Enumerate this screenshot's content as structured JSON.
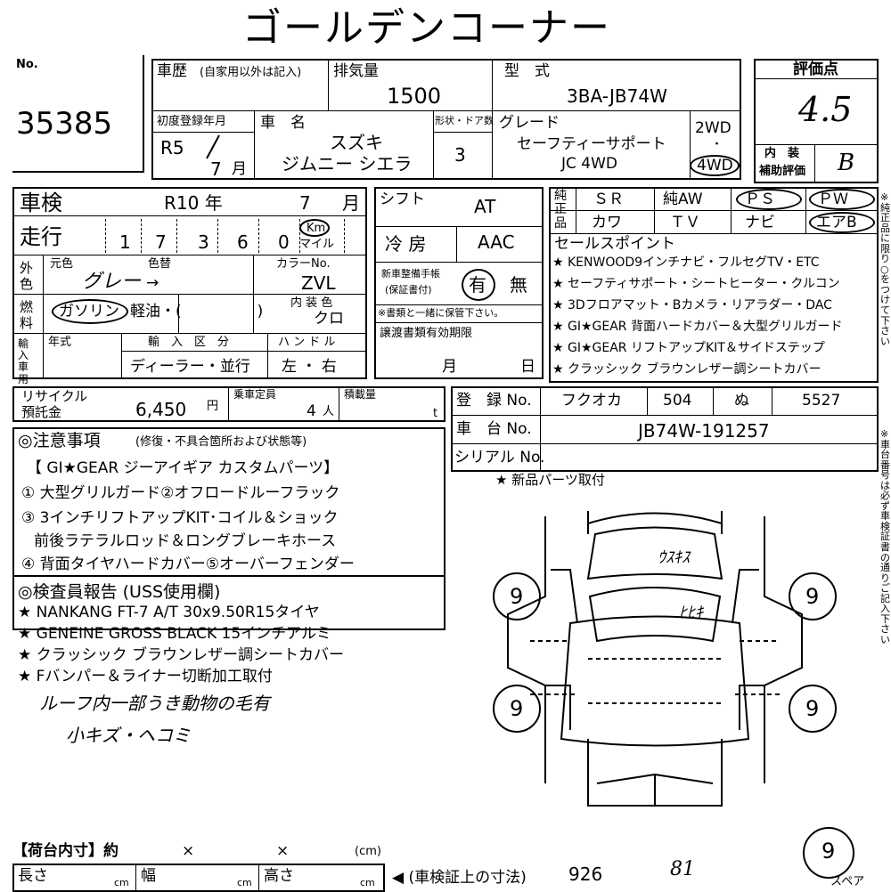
{
  "title": "ゴールデンコーナー",
  "no_label": "No.",
  "lot_number": "35385",
  "history": {
    "label": "車歴",
    "note": "(自家用以外は記入)"
  },
  "displacement": {
    "label": "排気量",
    "value": "1500"
  },
  "model": {
    "label": "型　式",
    "value": "3BA-JB74W"
  },
  "score": {
    "label": "評価点",
    "value": "4.5"
  },
  "first_reg": {
    "label": "初度登録年月",
    "era": "R5",
    "month": "7",
    "month_unit": "月"
  },
  "car_name": {
    "label": "車　名",
    "maker": "スズキ",
    "name": "ジムニー シエラ"
  },
  "doors": {
    "label": "形状・ドア数",
    "value": "3"
  },
  "grade": {
    "label": "グレード",
    "line1": "セーフティーサポート",
    "line2": "JC 4WD"
  },
  "drive": {
    "opt1": "2WD",
    "sep": "・",
    "opt2": "4WD"
  },
  "interior": {
    "label1": "内　装",
    "label2": "補助評価",
    "value": "B"
  },
  "shaken": {
    "label": "車検",
    "year": "R10 年",
    "month": "7",
    "month_unit": "月"
  },
  "mileage": {
    "label": "走行",
    "digits": [
      "1",
      "7",
      "3",
      "6",
      "0"
    ],
    "unit1": "Km",
    "unit2": "マイル"
  },
  "shift": {
    "label": "シフト",
    "value": "AT"
  },
  "cooling": {
    "label": "冷 房",
    "value": "AAC"
  },
  "equip": {
    "label1": "純正品",
    "row1": [
      "ＳＲ",
      "純AW",
      "ＰＳ",
      "ＰＷ"
    ],
    "row2": [
      "カワ",
      "ＴＶ",
      "ナビ",
      "エアB"
    ]
  },
  "color": {
    "label": "外色",
    "orig_label": "元色",
    "change_label": "色替",
    "code_label": "カラーNo.",
    "value": "グレー",
    "arrow": "→",
    "code": "ZVL"
  },
  "warranty": {
    "label": "新車整備手帳",
    "sub": "(保証書付)",
    "yes": "有",
    "no": "無",
    "note": "※書類と一緒に保管下さい。"
  },
  "fuel": {
    "label": "燃料",
    "gas": "ガソリン",
    "rest": "軽油・(　　　　　)"
  },
  "interior_color": {
    "label": "内 装 色",
    "value": "クロ"
  },
  "sales": {
    "title": "セールスポイント",
    "items": [
      "★ KENWOOD9インチナビ・フルセグTV・ETC",
      "★ セーフティサポート・シートヒーター・クルコン",
      "★ 3Dフロアマット・Bカメラ・リアラダー・DAC",
      "★ GI★GEAR 背面ハードカバー＆大型グリルガード",
      "★ GI★GEAR リフトアップKIT＆サイドステップ",
      "★ クラッシック ブラウンレザー調シートカバー"
    ]
  },
  "side_note1": "※純正品に限り○をつけて下さい",
  "side_note2": "※車台番号は必ず車検証書の通りご記入下さい",
  "import": {
    "label": "輸入車用",
    "year_label": "年式",
    "cat_label": "輸　入　区　分",
    "cat_value": "ディーラー・並行",
    "handle_label": "ハ ン ド ル",
    "handle_value": "左 ・ 右"
  },
  "docs": {
    "label": "譲渡書類有効期限",
    "month": "月",
    "day": "日"
  },
  "recycle": {
    "label1": "リサイクル",
    "label2": "預託金",
    "value": "6,450",
    "unit": "円"
  },
  "capacity": {
    "label": "乗車定員",
    "value": "4",
    "unit": "人"
  },
  "load": {
    "label": "積載量",
    "unit": "t"
  },
  "registration": {
    "label": "登　録 No.",
    "region": "フクオカ",
    "class": "504",
    "kana": "ぬ",
    "number": "5527"
  },
  "chassis": {
    "label": "車　台 No.",
    "value": "JB74W-191257"
  },
  "serial": {
    "label": "シリアル No."
  },
  "parts_label": "★ 新品パーツ取付",
  "caution": {
    "title": "◎注意事項",
    "sub": "(修復・不具合箇所および状態等)",
    "lines": [
      "【 GI★GEAR ジーアイギア カスタムパーツ】",
      "① 大型グリルガード②オフロードルーフラック",
      "③ 3インチリフトアップKIT･コイル＆ショック",
      "前後ラテラルロッド＆ロングブレーキホース",
      "④ 背面タイヤハードカバー⑤オーバーフェンダー"
    ]
  },
  "inspector": {
    "title": "◎検査員報告 (USS使用欄)",
    "lines": [
      "★ NANKANG FT-7 A/T 30x9.50R15タイヤ",
      "★ GENEINE GROSS BLACK 15インチアルミ",
      "★ クラッシック ブラウンレザー調シートカバー",
      "★ Fバンパー＆ライナー切断加工取付"
    ],
    "hand1": "ルーフ内一部うき動物の毛有",
    "hand2": "小キズ・ヘコミ"
  },
  "diagram": {
    "tire": "9",
    "spare": "9",
    "spare_label": "スペア",
    "hand_front": "ｳｽｷｽ",
    "hand_hood": "ﾋﾋｷ"
  },
  "cargo": {
    "label": "【荷台内寸】約",
    "x1": "×",
    "x2": "×",
    "unit": "(cm)",
    "length": "長さ",
    "width": "幅",
    "height": "高さ",
    "cm": "cm",
    "ref": "◀ (車検証上の寸法)",
    "ref_value": "926",
    "ref_hand": "81"
  }
}
